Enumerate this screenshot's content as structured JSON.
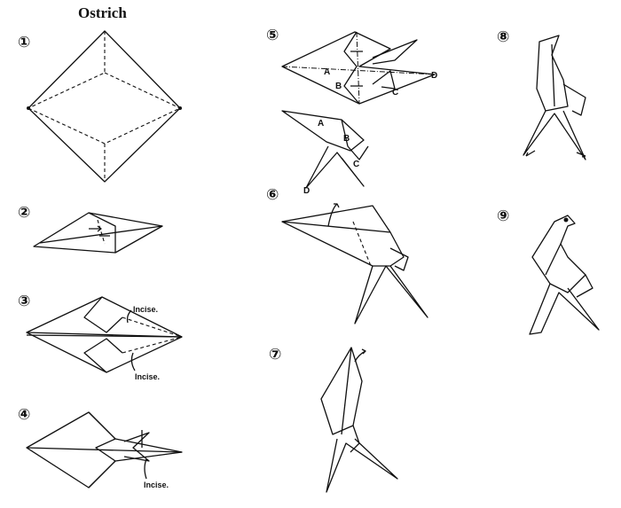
{
  "title": "Ostrich",
  "steps": [
    "①",
    "②",
    "③",
    "④",
    "⑤",
    "⑥",
    "⑦",
    "⑧",
    "⑨"
  ],
  "annotations": {
    "incise": "Incise."
  },
  "labels": {
    "a": "A",
    "b": "B",
    "c": "C",
    "d": "D"
  }
}
